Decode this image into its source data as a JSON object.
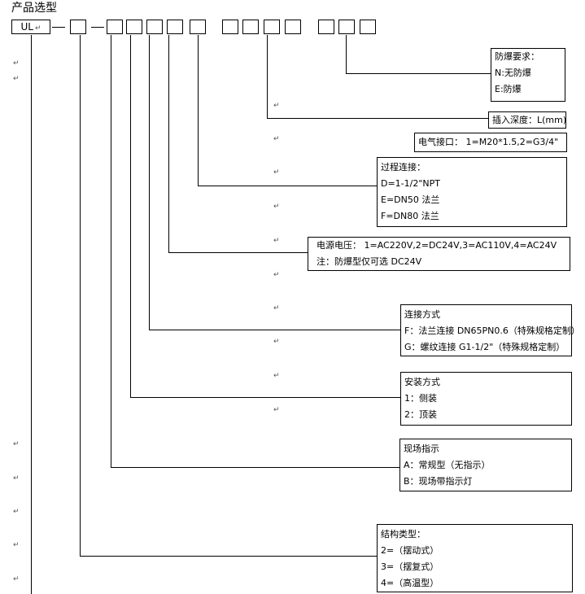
{
  "title": "产品选型",
  "code": {
    "prefix": "UL",
    "return_mark": "↵"
  },
  "options": {
    "explosion": {
      "heading": "防爆要求：",
      "items": [
        "N:无防爆",
        "E:防爆"
      ]
    },
    "insertion": {
      "heading": "插入深度：L(mm)"
    },
    "electrical": {
      "heading": "电气接口： 1=M20*1.5,2=G3/4\""
    },
    "process": {
      "heading": "过程连接：",
      "items": [
        "D=1-1/2\"NPT",
        "E=DN50 法兰",
        "F=DN80 法兰"
      ]
    },
    "power": {
      "heading": "电源电压： 1=AC220V,2=DC24V,3=AC110V,4=AC24V",
      "note": "注：防爆型仅可选 DC24V"
    },
    "connection": {
      "heading": "连接方式",
      "items": [
        "F：法兰连接 DN65PN0.6（特殊规格定制）",
        "G：螺纹连接 G1-1/2\"（特殊规格定制）"
      ]
    },
    "install": {
      "heading": "安装方式",
      "items": [
        "1：侧装",
        "2：顶装"
      ]
    },
    "indicator": {
      "heading": "现场指示",
      "items": [
        "A：常规型（无指示）",
        "B：现场带指示灯"
      ]
    },
    "structure": {
      "heading": "结构类型：",
      "items": [
        "2=（摆动式）",
        "3=（摆复式）",
        "4=（高温型）"
      ]
    }
  }
}
